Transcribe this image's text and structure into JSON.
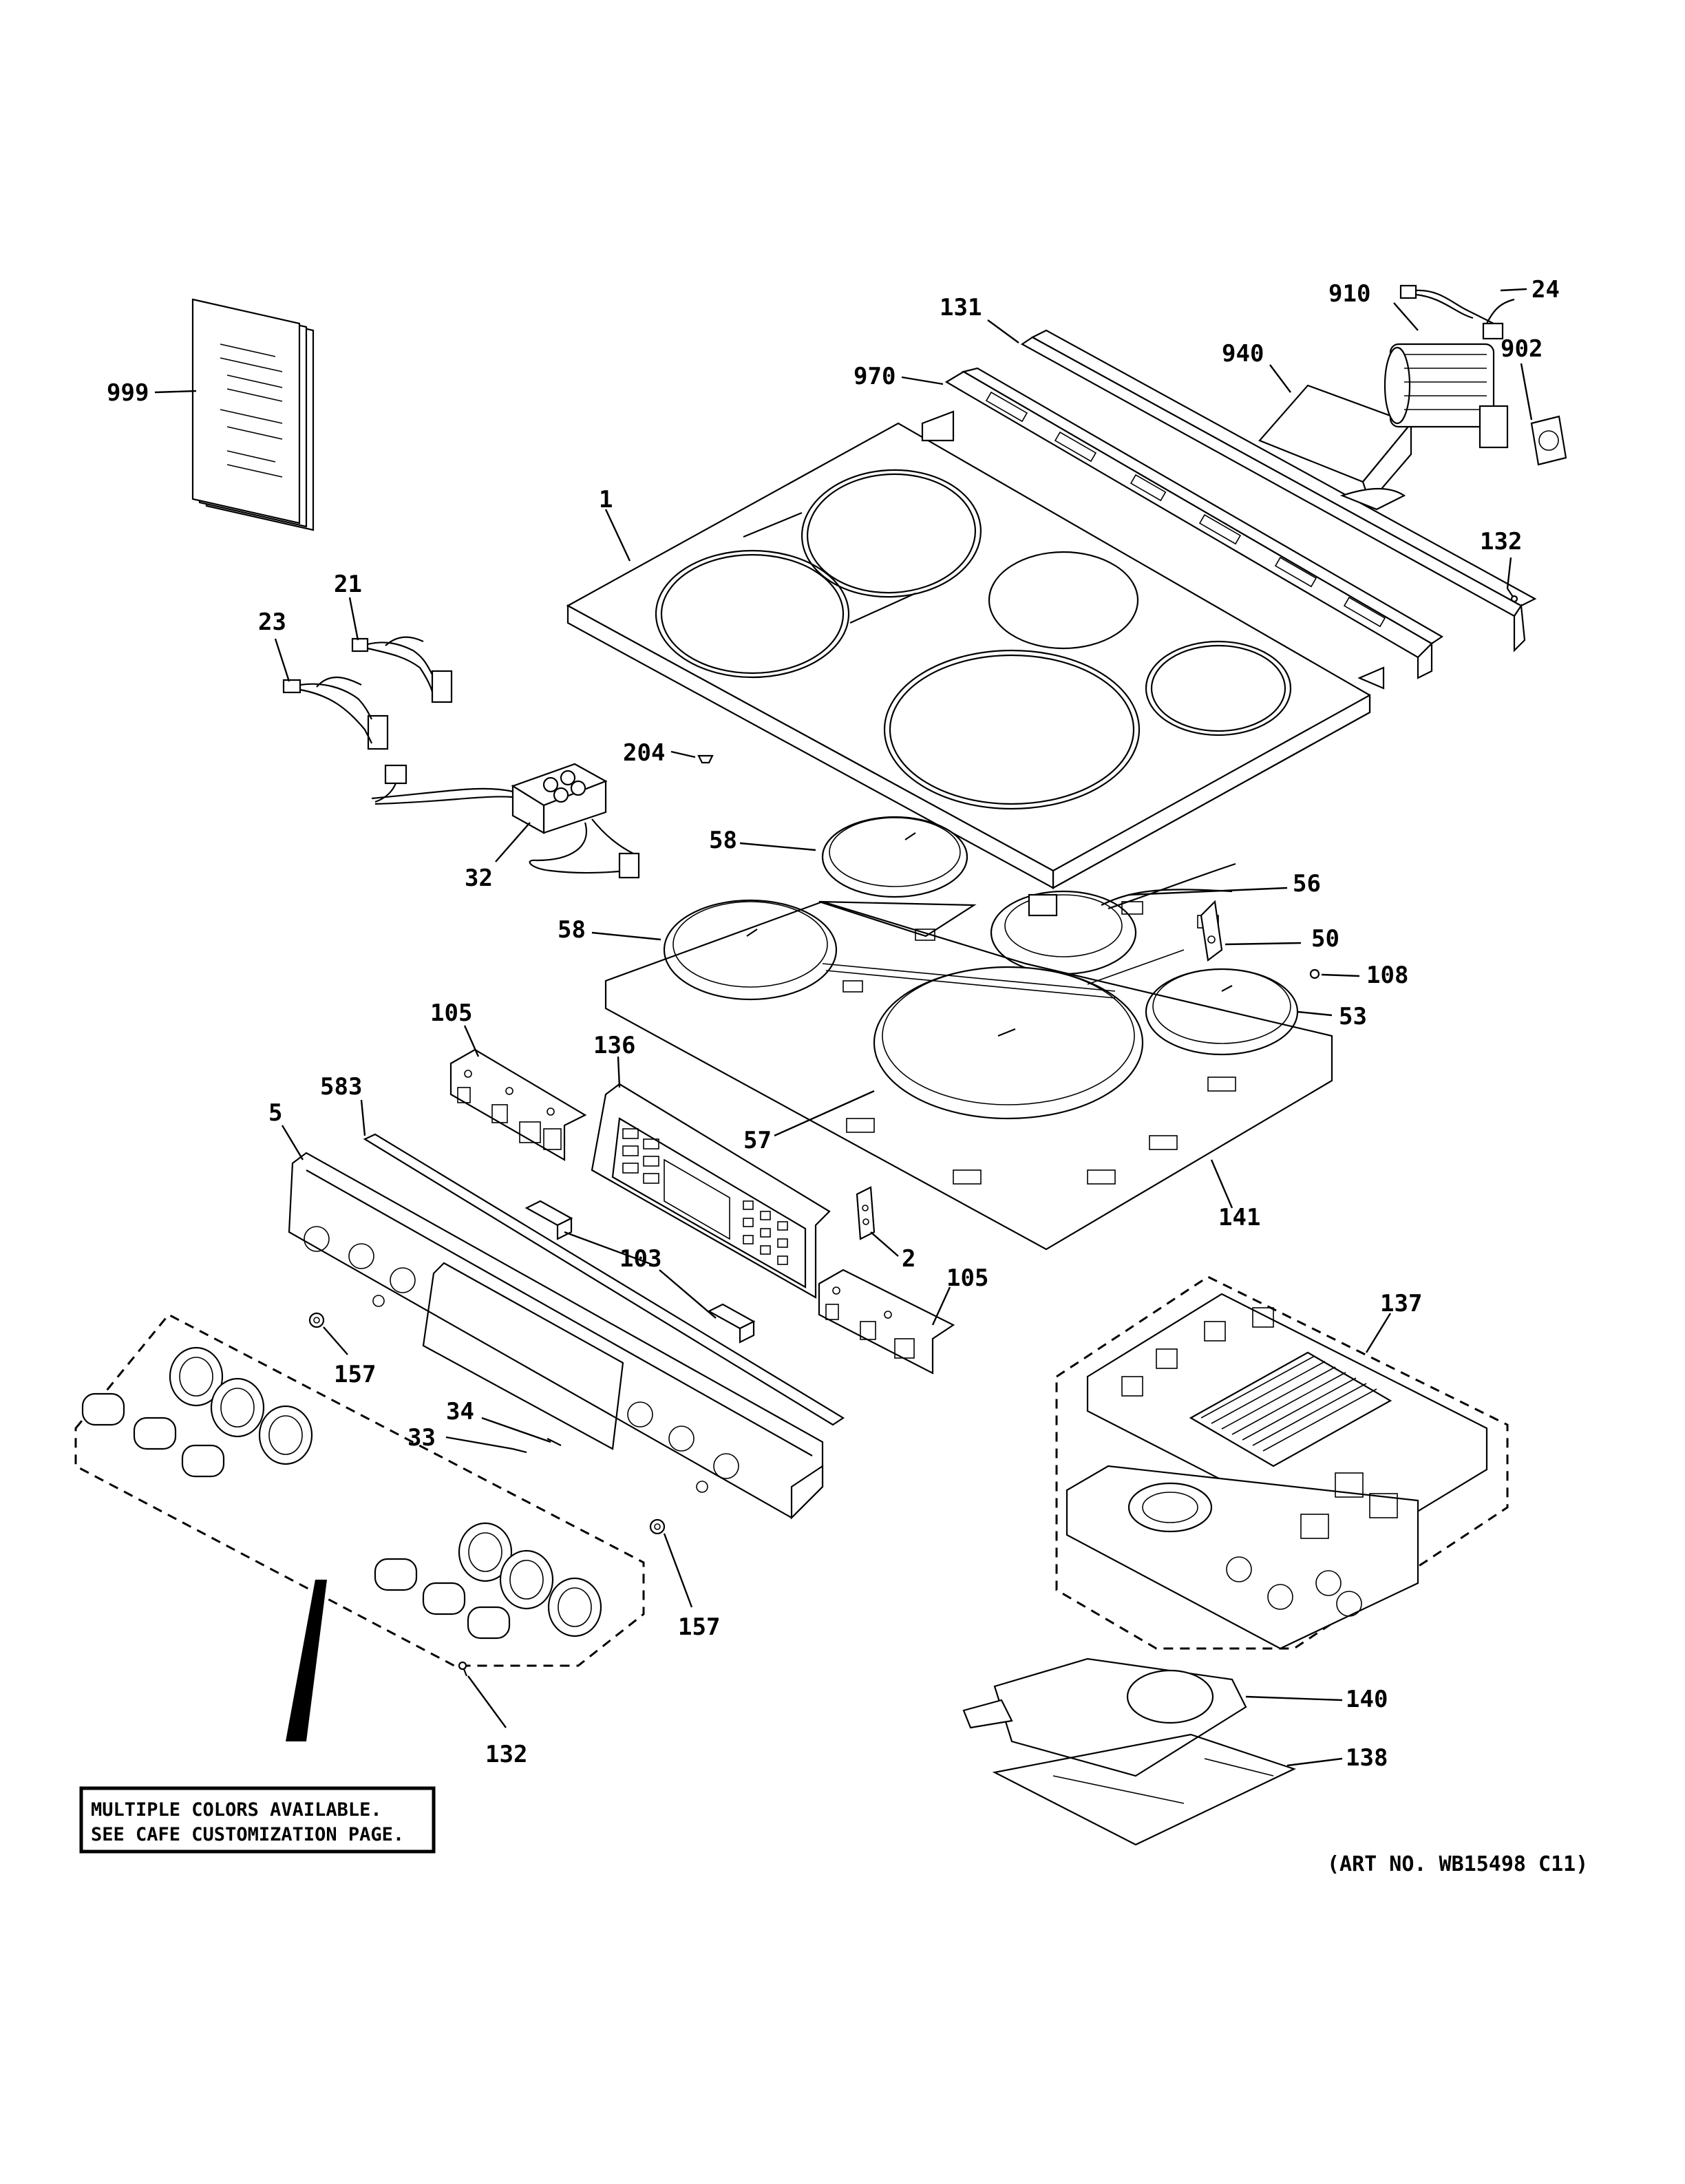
{
  "diagram": {
    "callouts": {
      "c999": "999",
      "c131": "131",
      "c910": "910",
      "c24": "24",
      "c970": "970",
      "c940": "940",
      "c902": "902",
      "c1": "1",
      "c132a": "132",
      "c21": "21",
      "c23": "23",
      "c204": "204",
      "c32": "32",
      "c58a": "58",
      "c56": "56",
      "c58b": "58",
      "c50": "50",
      "c108": "108",
      "c105a": "105",
      "c53": "53",
      "c136": "136",
      "c583": "583",
      "c5": "5",
      "c57": "57",
      "c141": "141",
      "c2": "2",
      "c103": "103",
      "c105b": "105",
      "c137": "137",
      "c157a": "157",
      "c34": "34",
      "c33": "33",
      "c157b": "157",
      "c140": "140",
      "c138": "138",
      "c132b": "132"
    },
    "note_line1": "MULTIPLE COLORS AVAILABLE.",
    "note_line2": "SEE CAFE CUSTOMIZATION PAGE.",
    "art_number": "(ART NO. WB15498 C11)"
  }
}
